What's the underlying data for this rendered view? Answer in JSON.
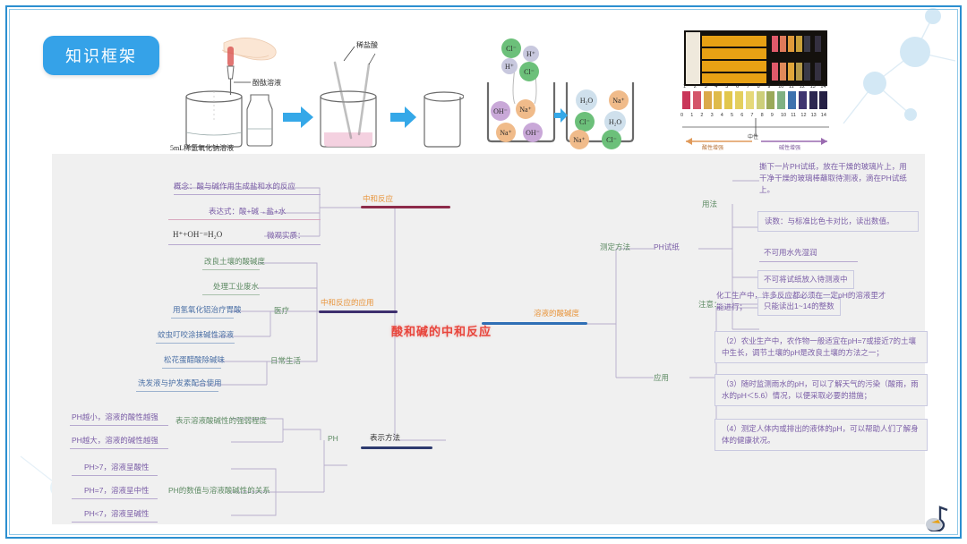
{
  "page": {
    "title_pill": "知识框架",
    "center_title": "酸和碱的中和反应",
    "accent_blue": "#35a2e8",
    "accent_red": "#e8453c",
    "accent_orange": "#e8943a",
    "frame_color": "#2b8fd0"
  },
  "illustrations": {
    "experiment": {
      "name": "neutralization-experiment",
      "labels": {
        "dropper": "酚酞溶液",
        "acid": "稀盐酸",
        "base": "5mL稀氢氧化钠溶液"
      }
    },
    "ion_diagram": {
      "name": "ion-level-diagram",
      "incoming": [
        "Cl⁻",
        "H⁺",
        "H⁺",
        "Cl⁻"
      ],
      "left_beaker": [
        "OH⁻",
        "Na⁺",
        "Na⁺",
        "OH⁻"
      ],
      "right_beaker": [
        "H₂O",
        "Na⁺",
        "Cl⁻",
        "H₂O",
        "Na⁺",
        "Cl⁻"
      ]
    },
    "ph_chart": {
      "name": "ph-color-chart",
      "scale_labels": [
        "1",
        "2",
        "3",
        "4",
        "5",
        "6",
        "7",
        "8",
        "9",
        "10",
        "11",
        "12",
        "13",
        "14"
      ],
      "axis_labels": [
        "0",
        "1",
        "2",
        "3",
        "4",
        "5",
        "6",
        "7",
        "8",
        "9",
        "10",
        "11",
        "12",
        "13",
        "14"
      ],
      "neutral_label": "中性",
      "acidic_label": "酸性增强",
      "basic_label": "碱性增强",
      "swatch_colors": [
        "#c9365a",
        "#d4556a",
        "#dba94a",
        "#dfbb4a",
        "#e2c74d",
        "#e4cf5d",
        "#e6d97a",
        "#cdcf7a",
        "#9aa95a",
        "#7fb183",
        "#3d72ae",
        "#3f3570",
        "#2c2750",
        "#241f44"
      ]
    }
  },
  "branches": {
    "neutralization": {
      "label": "中和反应",
      "bar_color": "#8d2b4a",
      "nodes": {
        "concept": "概念：酸与碱作用生成盐和水的反应",
        "expression": "表达式：酸+碱→盐+水",
        "micro_label": "微观实质：",
        "micro_equation": "H⁺+OH⁻=H₂O"
      }
    },
    "application": {
      "label": "中和反应的应用",
      "bar_color": "#3d2f6e",
      "groups": [
        {
          "title": "",
          "items": [
            "改良土壤的酸碱度",
            "处理工业废水"
          ]
        },
        {
          "title": "医疗",
          "items": [
            "用氢氧化铝治疗胃酸",
            "蚊虫叮咬涂抹碱性溶液"
          ]
        },
        {
          "title": "日常生活",
          "items": [
            "松花蛋醋酸除碱味",
            "洗发液与护发素配合使用"
          ]
        }
      ]
    },
    "representation": {
      "label": "表示方法",
      "bar_color": "#2d3a6e",
      "key": "PH",
      "group_a": {
        "title": "表示溶液酸碱性的强弱程度",
        "items": [
          "PH越小，溶液的酸性越强",
          "PH越大，溶液的碱性越强"
        ]
      },
      "group_b": {
        "title": "PH的数值与溶液酸碱性的关系",
        "items": [
          "PH>7，溶液呈酸性",
          "PH=7，溶液呈中性",
          "PH<7，溶液呈碱性"
        ]
      }
    },
    "acidity": {
      "label": "溶液的酸碱度",
      "bar_color": "#2f6fb5",
      "measure": {
        "title": "测定方法",
        "tool": "PH试纸",
        "usage_label": "用法",
        "usage_items": [
          "撕下一片PH试纸，放在干燥的玻璃片上，用干净干燥的玻璃棒蘸取待测液，滴在PH试纸上。",
          "读数：与标准比色卡对比，读出数值。"
        ],
        "caution_label": "注意：",
        "caution_items": [
          "不可用水先湿润",
          "不可将试纸放入待测液中",
          "只能读出1~14的整数"
        ]
      },
      "usage": {
        "title": "应用",
        "items": [
          "化工生产中，许多反应都必须在一定pH的溶液里才能进行；",
          "（2）农业生产中，农作物一般适宜在pH=7或接近7的土壤中生长，调节土壤的pH是改良土壤的方法之一；",
          "（3）随时监测雨水的pH，可以了解天气的污染（酸雨，雨水的pH＜5.6）情况，以便采取必要的措施；",
          "（4）测定人体内或排出的液体的pH，可以帮助人们了解身体的健康状况。"
        ]
      }
    }
  }
}
